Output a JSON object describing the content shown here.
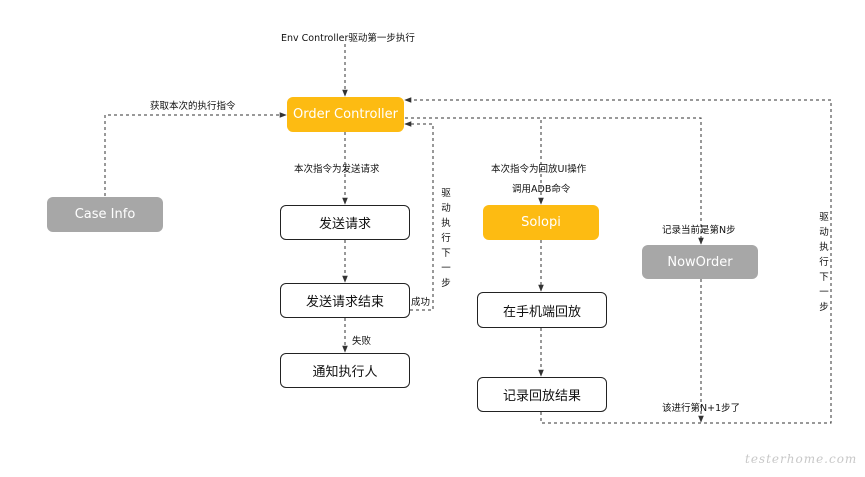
{
  "nodes": {
    "order_controller": "Order Controller",
    "case_info": "Case Info",
    "send_request": "发送请求",
    "send_result": "发送请求结束",
    "notify": "通知执行人",
    "solopi": "Solopi",
    "replay": "在手机端回放",
    "record_result": "记录回放结果",
    "now_order": "NowOrder"
  },
  "labels": {
    "env_controller": "Env Controller驱动第一步执行",
    "get_instruction": "获取本次的执行指令",
    "is_send_request": "本次指令为发送请求",
    "is_replay_ui": "本次指令为回放UI操作",
    "call_adb": "调用ADB命令",
    "success": "成功",
    "fail": "失败",
    "drive_next_inner": "驱动执行下一步",
    "drive_next_outer": "驱动执行下一步",
    "record_step": "记录当前是第N步",
    "next_step": "该进行第N+1步了"
  },
  "watermark": "testerhome.com",
  "colors": {
    "accent_yellow": "#fdbb12",
    "node_gray": "#a7a7a7",
    "line": "#333333"
  }
}
